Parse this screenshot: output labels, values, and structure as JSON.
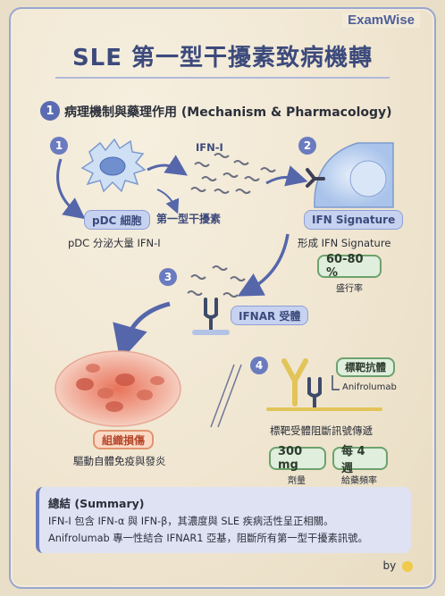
{
  "brand": "ExamWise",
  "title": "SLE 第一型干擾素致病機轉",
  "section": {
    "number": "1",
    "title": "病理機制與藥理作用 (Mechanism & Pharmacology)"
  },
  "steps": {
    "s1": "1",
    "s2": "2",
    "s3": "3",
    "s4": "4"
  },
  "labels": {
    "ifn_i": "IFN-I",
    "pdc_cell": "pDC 細胞",
    "type1_ifn": "第一型干擾素",
    "pdc_secretes": "pDC 分泌大量 IFN-I",
    "ifn_signature": "IFN Signature",
    "forms_signature": "形成 IFN Signature",
    "rate_value": "60-80 %",
    "rate_label": "盛行率",
    "ifnar": "IFNAR 受體",
    "tissue_damage": "組織損傷",
    "drives_autoimmunity": "驅動自體免疫與發炎",
    "targeted_antibody": "標靶抗體",
    "anifrolumab": "Anifrolumab",
    "blocks_signal": "標靶受體阻斷訊號傳遞",
    "dose_value": "300 mg",
    "dose_label": "劑量",
    "freq_value": "每 4 週",
    "freq_label": "給藥頻率"
  },
  "summary": {
    "title": "總結 (Summary)",
    "line1": "IFN-I 包含 IFN-α 與 IFN-β，其濃度與 SLE 疾病活性呈正相關。",
    "line2": "Anifrolumab 專一性結合 IFNAR1 亞基，阻斷所有第一型干擾素訊號。"
  },
  "footer": {
    "by": "by"
  },
  "colors": {
    "accent": "#5b6bb2",
    "title": "#3c4a7c",
    "green": "#6da26d",
    "orange": "#e2936d"
  }
}
